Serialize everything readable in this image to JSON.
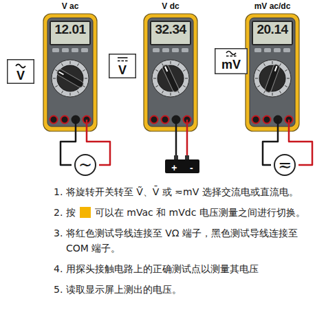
{
  "diagram": {
    "nodes": [
      {
        "text": [
          "V ac",
          "12.01"
        ]
      },
      {
        "text": [
          "V dc",
          "32.34"
        ]
      },
      {
        "text": [
          "mV ac/dc",
          "20.14"
        ]
      },
      {
        "text": [
          "V"
        ]
      },
      {
        "text": [
          "V"
        ]
      },
      {
        "text": [
          "mV"
        ]
      },
      {
        "text": [
          "~"
        ]
      },
      {
        "text": [
          "+",
          "-"
        ]
      },
      {
        "text": [
          "≂"
        ]
      }
    ],
    "edges": [
      {
        "from": 0,
        "to": 6,
        "arrow": "none"
      },
      {
        "from": 0,
        "to": 6,
        "arrow": "none"
      },
      {
        "from": 1,
        "to": 7,
        "arrow": "none"
      },
      {
        "from": 1,
        "to": 7,
        "arrow": "none"
      },
      {
        "from": 2,
        "to": 8,
        "arrow": "none"
      },
      {
        "from": 2,
        "to": 8,
        "arrow": "none"
      }
    ],
    "labels": [
      "1. 将旋转开关转至 Ṽ、V̄ 或 ≂mV 选择交流电或直流电。",
      "2. 按",
      "可以在 mVac 和 mVdc 电压测量之间进行切换。",
      "3. 将红色测试导线连接至 VΩ 端子，黑色测试导线连接至 COM 端子。",
      "4. 用探头接触电路上的正确测试点以测量其电压",
      "5. 读取显示屏上测出的电压。"
    ]
  }
}
